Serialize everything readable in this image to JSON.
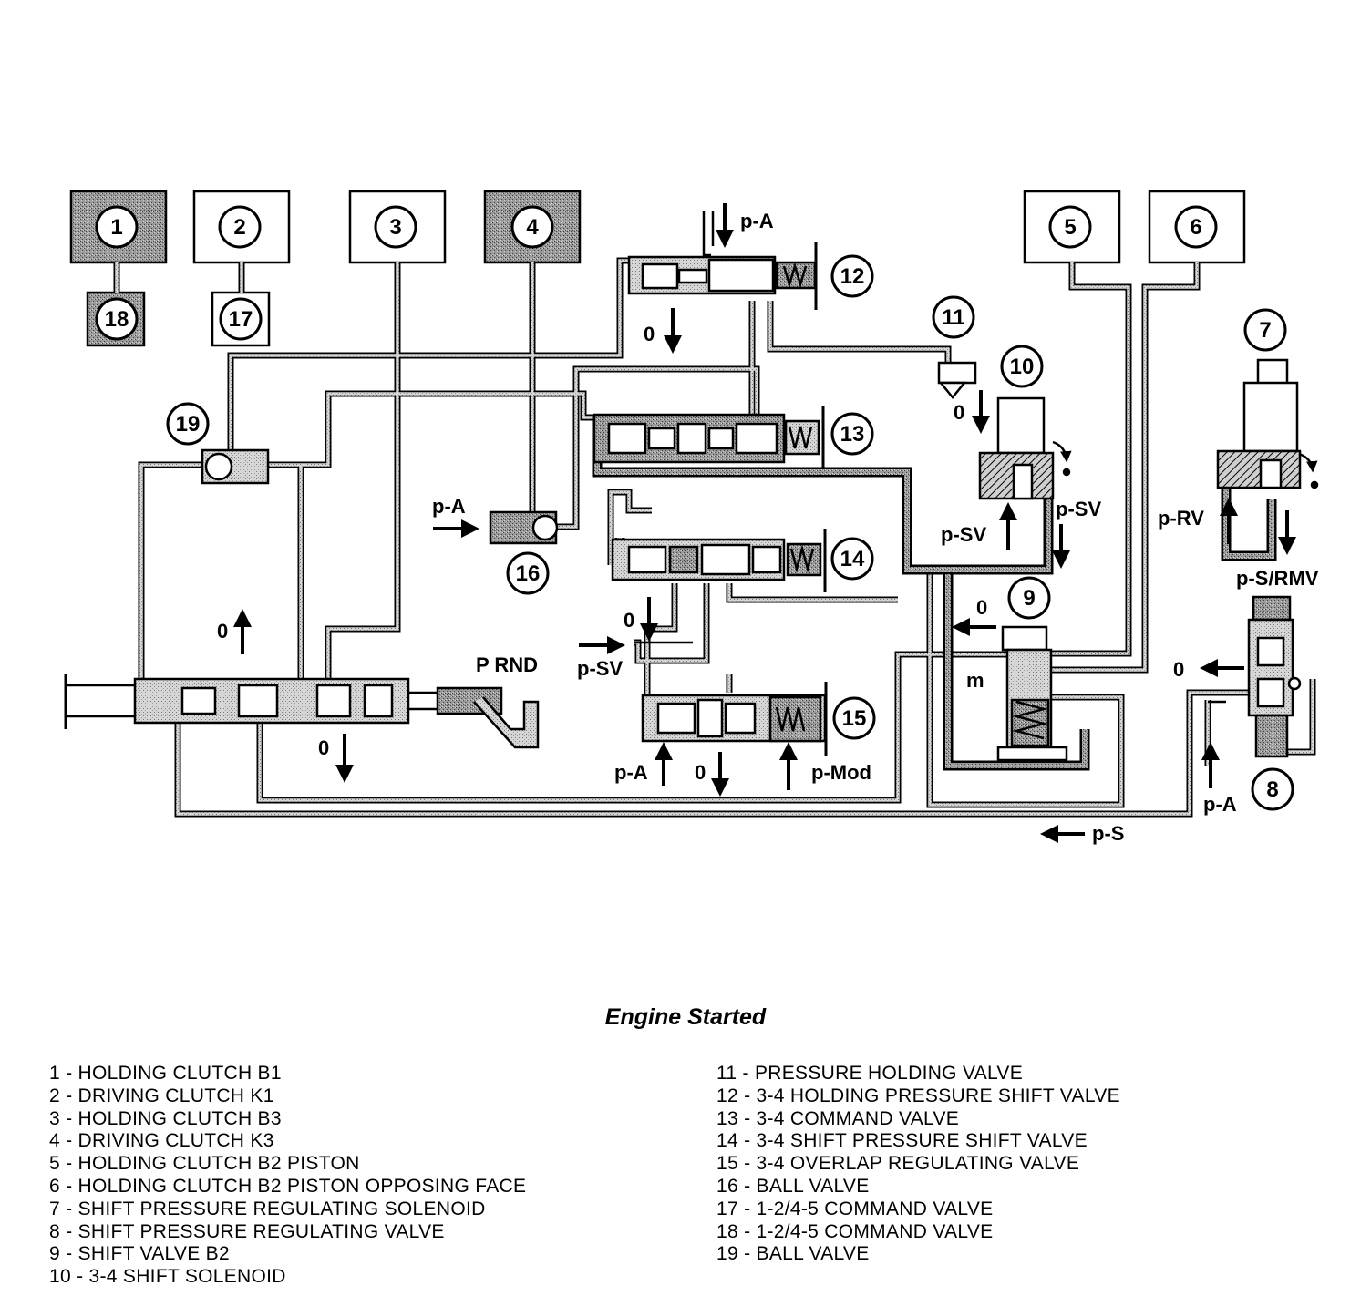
{
  "diagram": {
    "title": "Engine Started",
    "components": [
      {
        "n": "1",
        "name": "HOLDING CLUTCH B1"
      },
      {
        "n": "2",
        "name": "DRIVING CLUTCH K1"
      },
      {
        "n": "3",
        "name": "HOLDING CLUTCH B3"
      },
      {
        "n": "4",
        "name": "DRIVING CLUTCH K3"
      },
      {
        "n": "5",
        "name": "HOLDING CLUTCH B2 PISTON"
      },
      {
        "n": "6",
        "name": "HOLDING CLUTCH B2 PISTON OPPOSING FACE"
      },
      {
        "n": "7",
        "name": "SHIFT PRESSURE REGULATING SOLENOID"
      },
      {
        "n": "8",
        "name": "SHIFT PRESSURE REGULATING VALVE"
      },
      {
        "n": "9",
        "name": "SHIFT VALVE B2"
      },
      {
        "n": "10",
        "name": "3-4 SHIFT SOLENOID"
      },
      {
        "n": "11",
        "name": "PRESSURE HOLDING VALVE"
      },
      {
        "n": "12",
        "name": "3-4 HOLDING PRESSURE SHIFT VALVE"
      },
      {
        "n": "13",
        "name": "3-4 COMMAND VALVE"
      },
      {
        "n": "14",
        "name": "3-4 SHIFT PRESSURE SHIFT VALVE"
      },
      {
        "n": "15",
        "name": "3-4 OVERLAP REGULATING VALVE"
      },
      {
        "n": "16",
        "name": "BALL VALVE"
      },
      {
        "n": "17",
        "name": "1-2/4-5 COMMAND VALVE"
      },
      {
        "n": "18",
        "name": "1-2/4-5 COMMAND VALVE"
      },
      {
        "n": "19",
        "name": "BALL VALVE"
      }
    ],
    "labels": {
      "p_a": "p-A",
      "p_sv": "p-SV",
      "p_rv": "p-RV",
      "p_s_rmv": "p-S/RMV",
      "p_mod": "p-Mod",
      "p_s": "p-S",
      "exhaust": "0",
      "m": "m",
      "gear_positions": "P RND"
    }
  }
}
